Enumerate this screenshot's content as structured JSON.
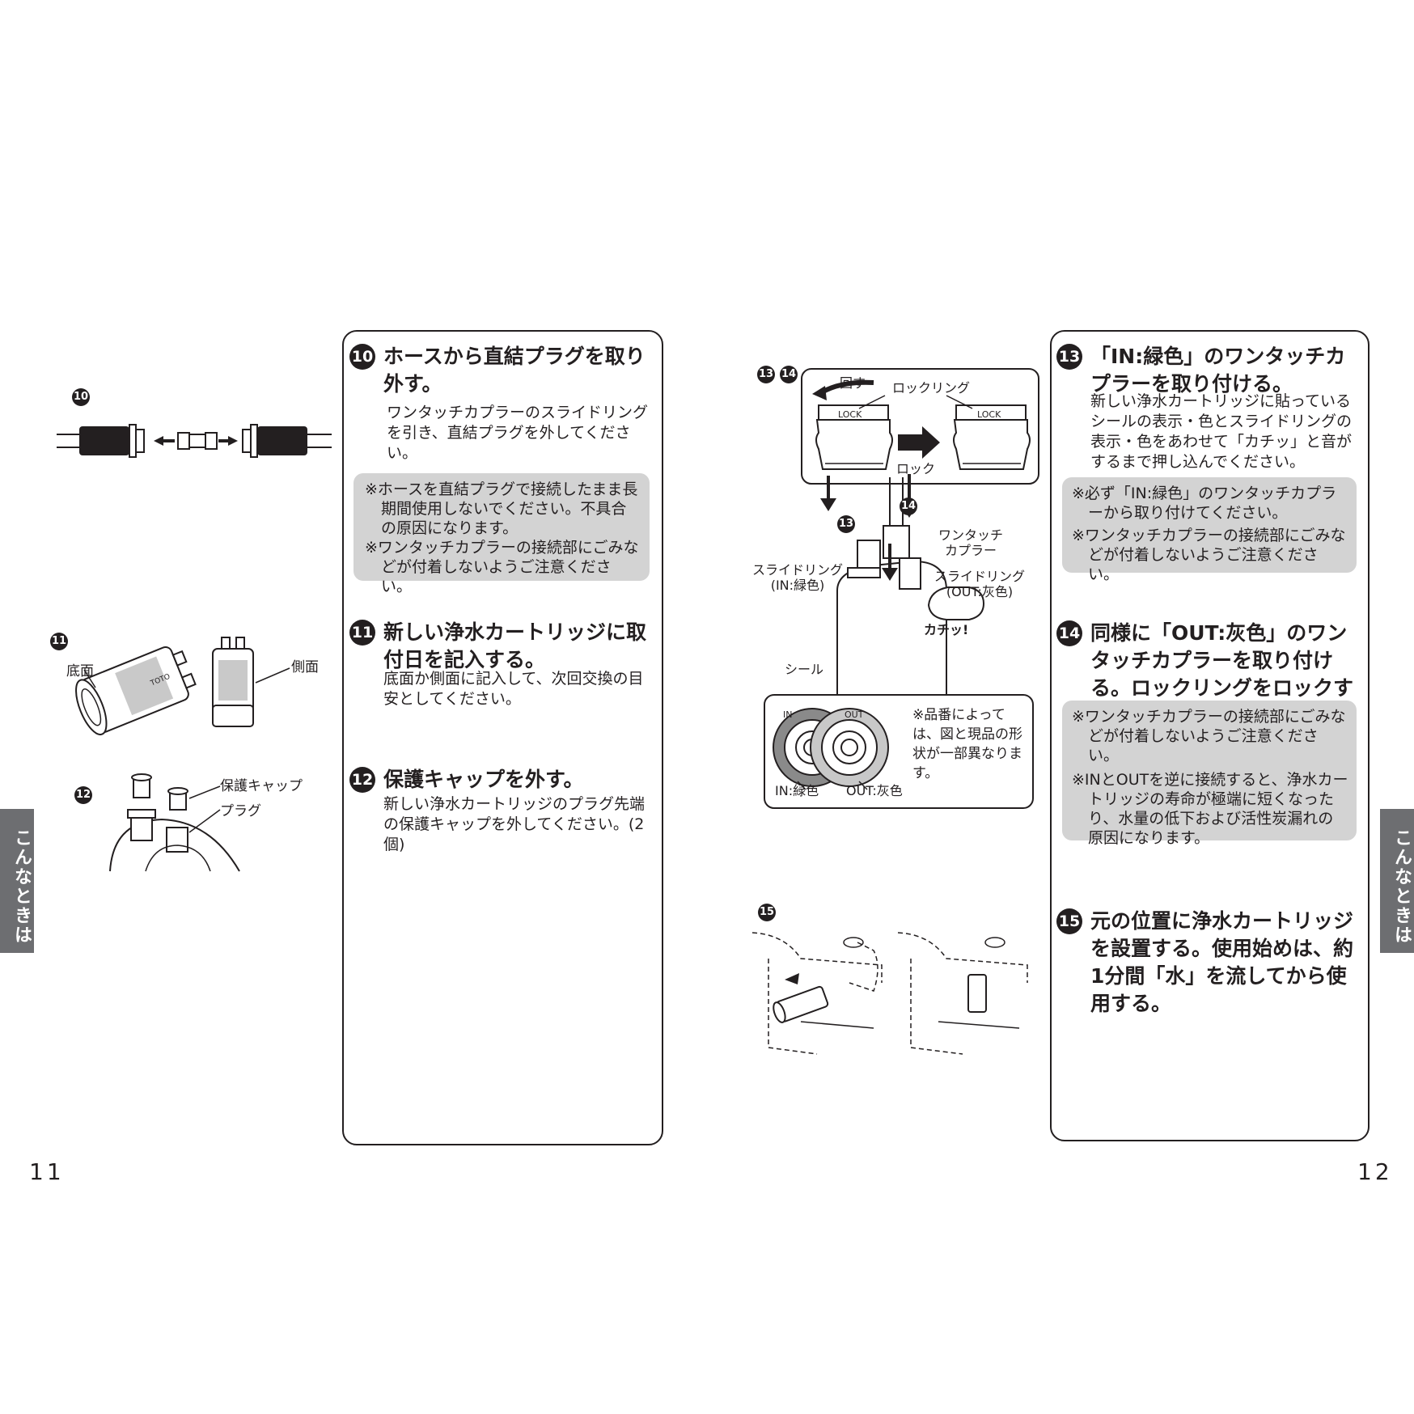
{
  "side_tab": "こんなときは",
  "pages": {
    "left": "11",
    "right": "12"
  },
  "step10": {
    "num": "10",
    "title": "ホースから直結プラグを取り外す。",
    "body": "ワンタッチカプラーのスライドリングを引き、直結プラグを外してください。",
    "notes": [
      "※ホースを直結プラグで接続したまま長期間使用しないでください。不具合の原因になります。",
      "※ワンタッチカプラーの接続部にごみなどが付着しないようご注意ください。"
    ]
  },
  "step11": {
    "num": "11",
    "title": "新しい浄水カートリッジに取付日を記入する。",
    "body": "底面か側面に記入して、次回交換の目安としてください。"
  },
  "step12": {
    "num": "12",
    "title": "保護キャップを外す。",
    "body": "新しい浄水カートリッジのプラグ先端の保護キャップを外してください。(2個)"
  },
  "step13": {
    "num": "13",
    "title": "「IN:緑色」のワンタッチカプラーを取り付ける。",
    "body": "新しい浄水カートリッジに貼っているシールの表示・色とスライドリングの表示・色をあわせて「カチッ」と音がするまで押し込んでください。",
    "notes": [
      "※必ず「IN:緑色」のワンタッチカプラーから取り付けてください。",
      "※ワンタッチカプラーの接続部にごみなどが付着しないようご注意ください。"
    ]
  },
  "step14": {
    "num": "14",
    "title": "同様に「OUT:灰色」のワンタッチカプラーを取り付ける。ロックリングをロックする。",
    "notes": [
      "※ワンタッチカプラーの接続部にごみなどが付着しないようご注意ください。",
      "※INとOUTを逆に接続すると、浄水カートリッジの寿命が極端に短くなったり、水量の低下および活性炭漏れの原因になります。"
    ]
  },
  "step15": {
    "num": "15",
    "title": "元の位置に浄水カートリッジを設置する。使用始めは、約1分間「水」を流してから使用する。"
  },
  "fig": {
    "label_10": "10",
    "label_11": "11",
    "label_12": "12",
    "label_13": "13",
    "label_14": "14",
    "label_15": "15",
    "bottom": "底面",
    "side": "側面",
    "cap": "保護キャップ",
    "plug": "プラグ",
    "rotate": "回す",
    "lock_ring": "ロックリング",
    "lock": "ロック",
    "lock_mark": "LOCK",
    "coupler": "ワンタッチ\nカプラー",
    "slide_in": "スライドリング\n(IN:緑色)",
    "slide_out": "スライドリング\n(OUT:灰色)",
    "click": "カチッ!",
    "seal": "シール",
    "in_text": "IN",
    "out_text": "OUT",
    "in_green": "IN:緑色",
    "out_gray": "OUT:灰色",
    "shape_note": "※品番によっては、図と現品の形状が一部異なります。",
    "brand": "TOTO"
  },
  "colors": {
    "ink": "#231f20",
    "note_bg": "#d3d3d3",
    "tab_bg": "#6d6e71"
  }
}
